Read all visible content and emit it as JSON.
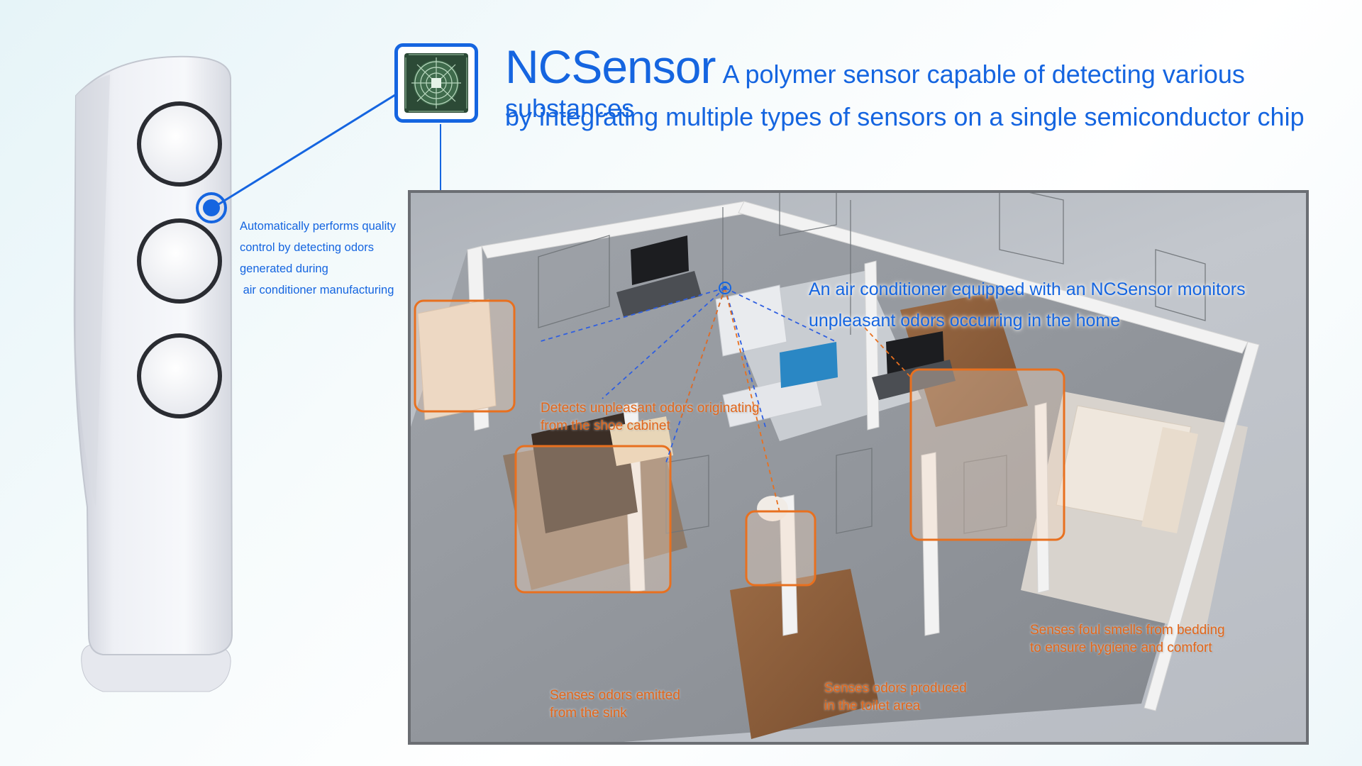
{
  "header": {
    "brand": "NCSensor",
    "tagline_line1": "A polymer sensor capable of detecting various substances",
    "tagline_line2": "by integrating multiple types of sensors on a single semiconductor chip"
  },
  "factory_caption": {
    "text": "Automatically performs quality\ncontrol by detecting odors\ngenerated during\n air conditioner manufacturing"
  },
  "home_callout": {
    "line1": "An air conditioner equipped with an NCSensor monitors",
    "line2": "unpleasant odors occurring in the home"
  },
  "rooms": {
    "shoe_cabinet": {
      "line1": "Detects unpleasant odors originating",
      "line2": "from the shoe cabinet"
    },
    "kitchen_sink": {
      "line1": "Senses odors emitted",
      "line2": "from the sink"
    },
    "toilet": {
      "line1": "Senses odors produced",
      "line2": "in the toilet area"
    },
    "bedroom": {
      "line1": "Senses foul smells from bedding",
      "line2": "to ensure hygiene and comfort"
    }
  },
  "colors": {
    "accent_blue": "#1565e0",
    "callout_orange": "#e2661a",
    "frame_gray": "#6b6e73"
  },
  "icons": [
    "sensor-chip-icon",
    "sensor-point-icon"
  ]
}
